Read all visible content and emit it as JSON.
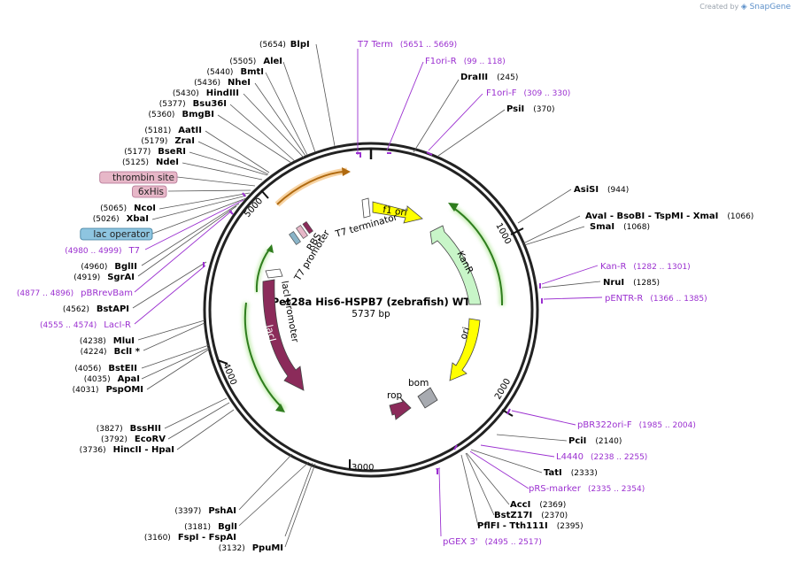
{
  "watermark": {
    "created_by": "Created by",
    "brand": "SnapGene"
  },
  "plasmid": {
    "name": "Pet28a His6-HSPB7 (zebrafish) WT",
    "size_label": "5737 bp",
    "length": 5737
  },
  "ticks": [
    "1000",
    "2000",
    "3000",
    "4000",
    "5000"
  ],
  "features": [
    {
      "name": "f1 ori",
      "kind": "arrow"
    },
    {
      "name": "KanR",
      "kind": "arrow"
    },
    {
      "name": "ori",
      "kind": "arrow"
    },
    {
      "name": "rop",
      "kind": "arrow"
    },
    {
      "name": "bom",
      "kind": "box"
    },
    {
      "name": "lacI",
      "kind": "arrow"
    },
    {
      "name": "lacI promoter",
      "kind": "arrow"
    },
    {
      "name": "T7 promoter",
      "kind": "arrow"
    },
    {
      "name": "T7 terminator",
      "kind": "box"
    },
    {
      "name": "RBS",
      "kind": "box"
    }
  ],
  "labels": [
    {
      "type": "enzyme",
      "name": "BlpI",
      "pos": "(5654)"
    },
    {
      "type": "primer",
      "name": "T7 Term",
      "pos": "(5651 .. 5669)"
    },
    {
      "type": "primer",
      "name": "F1ori-R",
      "pos": "(99 .. 118)"
    },
    {
      "type": "enzyme",
      "name": "DraIII",
      "pos": "(245)"
    },
    {
      "type": "primer",
      "name": "F1ori-F",
      "pos": "(309 .. 330)"
    },
    {
      "type": "enzyme",
      "name": "PsiI",
      "pos": "(370)"
    },
    {
      "type": "enzyme",
      "name": "AleI",
      "pos": "(5505)"
    },
    {
      "type": "enzyme",
      "name": "BmtI",
      "pos": "(5440)"
    },
    {
      "type": "enzyme",
      "name": "NheI",
      "pos": "(5436)"
    },
    {
      "type": "enzyme",
      "name": "HindIII",
      "pos": "(5430)"
    },
    {
      "type": "enzyme",
      "name": "Bsu36I",
      "pos": "(5377)"
    },
    {
      "type": "enzyme",
      "name": "BmgBI",
      "pos": "(5360)"
    },
    {
      "type": "enzyme",
      "name": "AatII",
      "pos": "(5181)"
    },
    {
      "type": "enzyme",
      "name": "ZraI",
      "pos": "(5179)"
    },
    {
      "type": "enzyme",
      "name": "BseRI",
      "pos": "(5177)"
    },
    {
      "type": "enzyme",
      "name": "NdeI",
      "pos": "(5125)"
    },
    {
      "type": "tag",
      "name": "thrombin site"
    },
    {
      "type": "tag",
      "name": "6xHis"
    },
    {
      "type": "enzyme",
      "name": "NcoI",
      "pos": "(5065)"
    },
    {
      "type": "enzyme",
      "name": "XbaI",
      "pos": "(5026)"
    },
    {
      "type": "tag2",
      "name": "lac operator"
    },
    {
      "type": "primer",
      "name": "T7",
      "pos": "(4980 .. 4999)"
    },
    {
      "type": "enzyme",
      "name": "BglII",
      "pos": "(4960)"
    },
    {
      "type": "enzyme",
      "name": "SgrAI",
      "pos": "(4919)"
    },
    {
      "type": "primer",
      "name": "pBRrevBam",
      "pos": "(4877 .. 4896)"
    },
    {
      "type": "enzyme",
      "name": "BstAPI",
      "pos": "(4562)"
    },
    {
      "type": "primer",
      "name": "LacI-R",
      "pos": "(4555 .. 4574)"
    },
    {
      "type": "enzyme",
      "name": "MluI",
      "pos": "(4238)"
    },
    {
      "type": "enzyme",
      "name": "BclI *",
      "pos": "(4224)"
    },
    {
      "type": "enzyme",
      "name": "BstEII",
      "pos": "(4056)"
    },
    {
      "type": "enzyme",
      "name": "ApaI",
      "pos": "(4035)"
    },
    {
      "type": "enzyme",
      "name": "PspOMI",
      "pos": "(4031)"
    },
    {
      "type": "enzyme",
      "name": "BssHII",
      "pos": "(3827)"
    },
    {
      "type": "enzyme",
      "name": "EcoRV",
      "pos": "(3792)"
    },
    {
      "type": "enzyme",
      "name": "HincII  - HpaI",
      "pos": "(3736)"
    },
    {
      "type": "enzyme",
      "name": "PshAI",
      "pos": "(3397)"
    },
    {
      "type": "enzyme",
      "name": "BglI",
      "pos": "(3181)"
    },
    {
      "type": "enzyme",
      "name": "FspI  - FspAI",
      "pos": "(3160)"
    },
    {
      "type": "enzyme",
      "name": "PpuMI",
      "pos": "(3132)"
    },
    {
      "type": "enzyme",
      "name": "AsiSI",
      "pos": "(944)"
    },
    {
      "type": "enzyme",
      "name": "AvaI  - BsoBI  - TspMI  - XmaI",
      "pos": "(1066)"
    },
    {
      "type": "enzyme",
      "name": "SmaI",
      "pos": "(1068)"
    },
    {
      "type": "primer",
      "name": "Kan-R",
      "pos": "(1282 .. 1301)"
    },
    {
      "type": "enzyme",
      "name": "NruI",
      "pos": "(1285)"
    },
    {
      "type": "primer",
      "name": "pENTR-R",
      "pos": "(1366 .. 1385)"
    },
    {
      "type": "primer",
      "name": "pBR322ori-F",
      "pos": "(1985 .. 2004)"
    },
    {
      "type": "enzyme",
      "name": "PciI",
      "pos": "(2140)"
    },
    {
      "type": "primer",
      "name": "L4440",
      "pos": "(2238 .. 2255)"
    },
    {
      "type": "enzyme",
      "name": "TatI",
      "pos": "(2333)"
    },
    {
      "type": "primer",
      "name": "pRS-marker",
      "pos": "(2335 .. 2354)"
    },
    {
      "type": "enzyme",
      "name": "AccI",
      "pos": "(2369)"
    },
    {
      "type": "enzyme",
      "name": "BstZ17I",
      "pos": "(2370)"
    },
    {
      "type": "enzyme",
      "name": "PflFI  - Tth111I",
      "pos": "(2395)"
    },
    {
      "type": "primer",
      "name": "pGEX 3'",
      "pos": "(2495 .. 2517)"
    }
  ]
}
